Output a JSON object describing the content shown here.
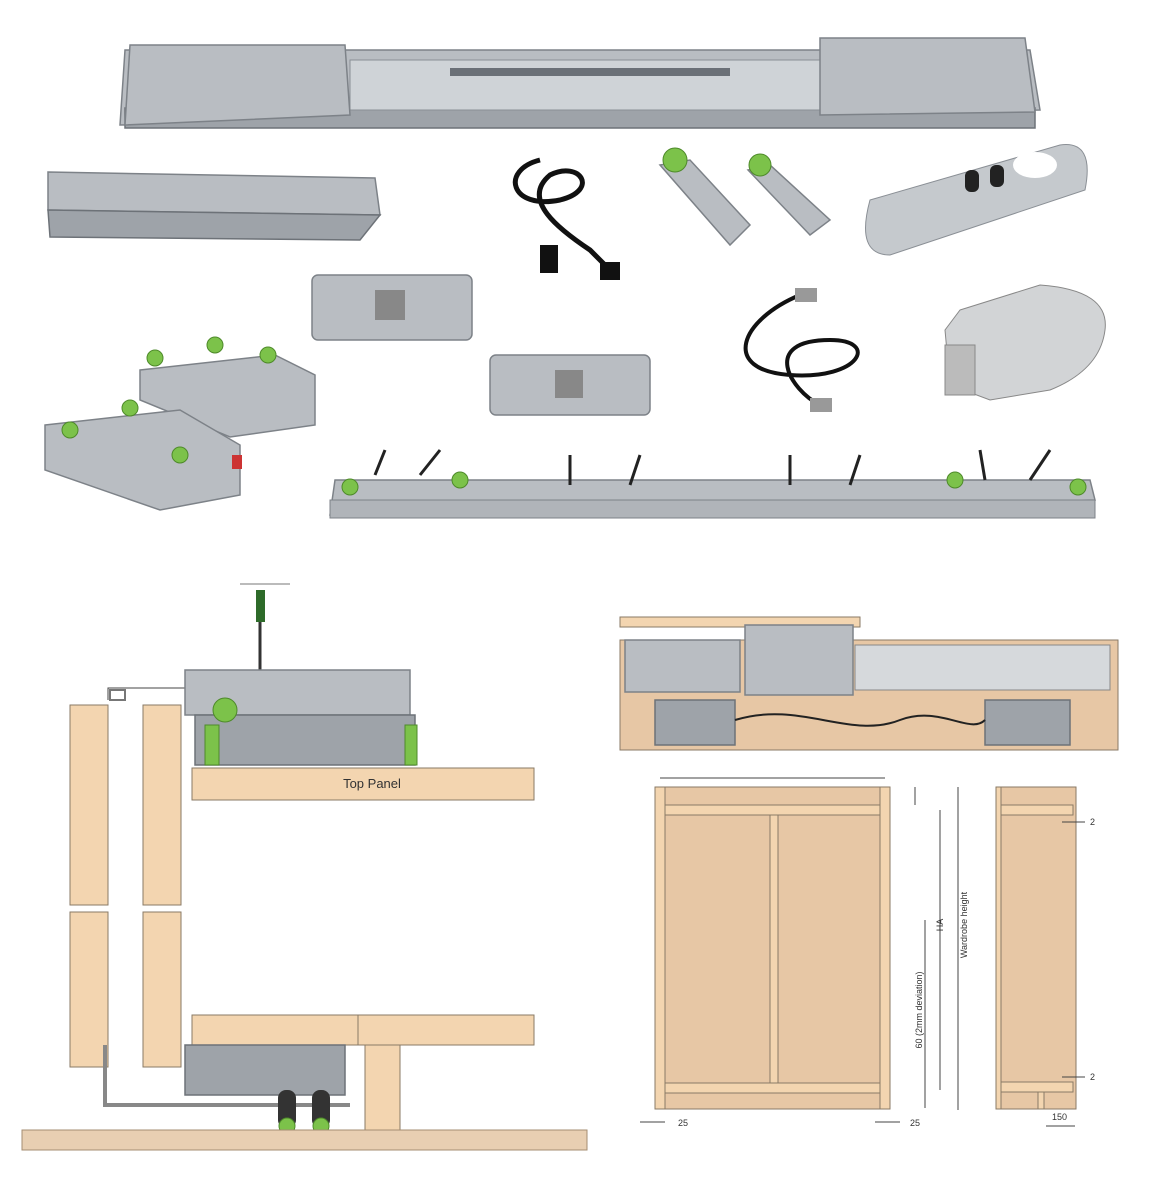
{
  "section_view": {
    "top_panel_label": "Top Panel"
  },
  "front_view": {
    "dimensions": {
      "ha": "HA",
      "wardrobe_height": "Wardrobe height",
      "deviation": "60 (2mm deviation)",
      "left_margin": "25",
      "right_margin": "25",
      "top_gap": "2",
      "bottom_gap": "2",
      "side_width": "150"
    }
  },
  "colors": {
    "wood": "#f3d5b0",
    "metal": "#b9bdc2",
    "roller_green": "#7cc24a"
  }
}
